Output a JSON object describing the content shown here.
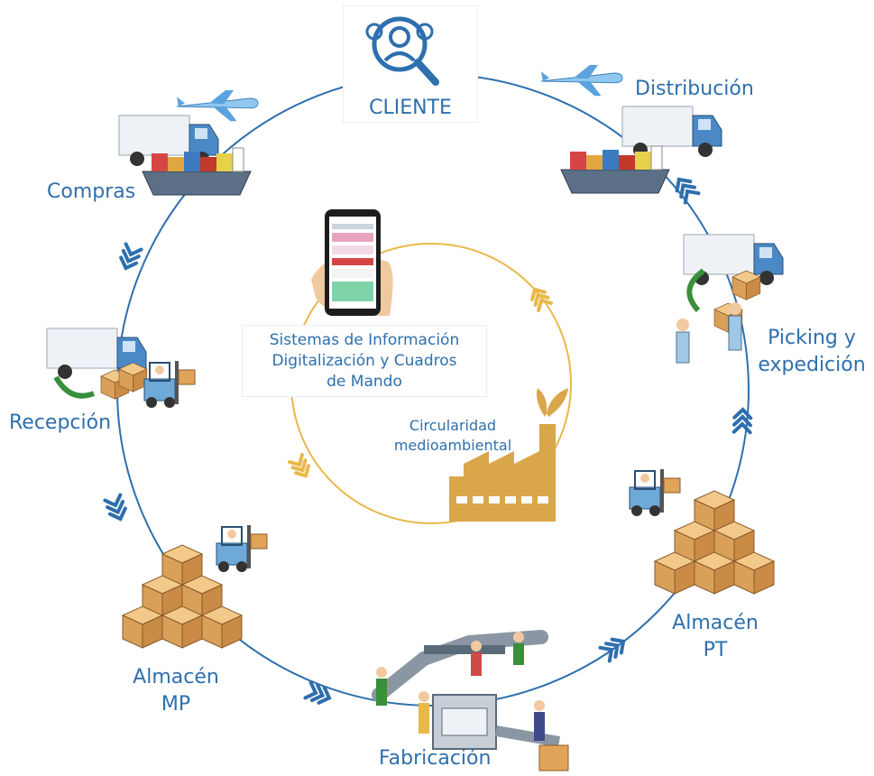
{
  "center": {
    "title": "CLIENTE",
    "icon": "customer-search-icon"
  },
  "stages": {
    "distribucion": "Distribución",
    "picking_line1": "Picking y",
    "picking_line2": "expedición",
    "almacen_pt_line1": "Almacén",
    "almacen_pt_line2": "PT",
    "fabricacion": "Fabricación",
    "almacen_mp_line1": "Almacén",
    "almacen_mp_line2": "MP",
    "recepcion": "Recepción",
    "compras": "Compras"
  },
  "inner": {
    "info_line1": "Sistemas de Información",
    "info_line2": "Digitalización  y Cuadros",
    "info_line3": "de Mando",
    "circ_line1": "Circularidad",
    "circ_line2": "medioambiental"
  },
  "colors": {
    "outer_ring": "#2e6fad",
    "inner_ring": "#e8b84a",
    "label": "#2e6fad",
    "box": "#e0a458"
  }
}
